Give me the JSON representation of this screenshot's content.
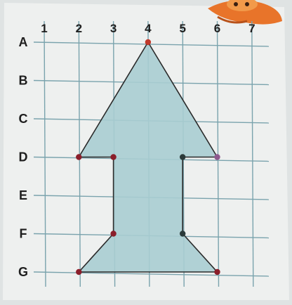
{
  "grid": {
    "columns": [
      "1",
      "2",
      "3",
      "4",
      "5",
      "6",
      "7"
    ],
    "rows": [
      "A",
      "B",
      "C",
      "D",
      "E",
      "F",
      "G"
    ]
  },
  "shape": {
    "fill_color": "#a9cdd2",
    "outline_color": "#2a2a2a",
    "points": [
      {
        "col": "4",
        "row": "A",
        "color": "#c0392b"
      },
      {
        "col": "6",
        "row": "D",
        "color": "#8e5a8e"
      },
      {
        "col": "5",
        "row": "D",
        "color": "#2b3a3a"
      },
      {
        "col": "5",
        "row": "F",
        "color": "#2b3a3a"
      },
      {
        "col": "6",
        "row": "G",
        "color": "#8b1e2a"
      },
      {
        "col": "2",
        "row": "G",
        "color": "#8b1e2a"
      },
      {
        "col": "3",
        "row": "F",
        "color": "#8b1e2a"
      },
      {
        "col": "3",
        "row": "D",
        "color": "#8b1e2a"
      },
      {
        "col": "2",
        "row": "D",
        "color": "#8b1e2a"
      }
    ]
  },
  "colors": {
    "paper": "#eef0ef",
    "grid_line": "#7aa3ad",
    "label": "#1e1e1e",
    "mascot": "#e8742a"
  }
}
